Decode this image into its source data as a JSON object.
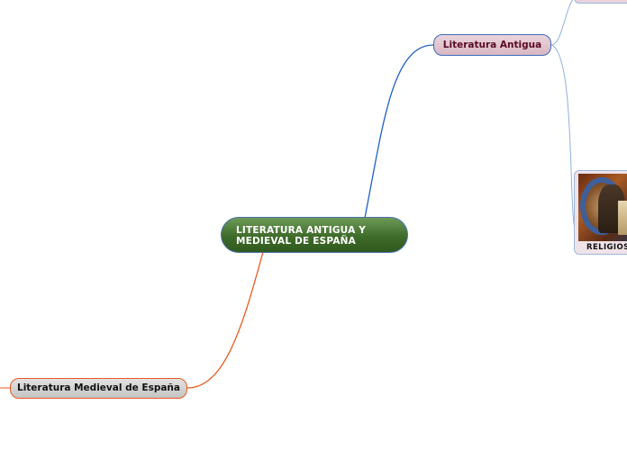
{
  "map": {
    "central": {
      "line1": "LITERATURA ANTIGUA Y",
      "line2": "MEDIEVAL DE ESPAÑA",
      "color": "#3f6b2a"
    },
    "branches": [
      {
        "label": "Literatura Antigua",
        "color": "#d9b7c3",
        "link_color": "#1f5fc8"
      },
      {
        "label": "Literatura Medieval de España",
        "color": "#c4c4c4",
        "link_color": "#e85a1f"
      }
    ],
    "subtopics": [
      {
        "label": ""
      },
      {
        "label": "RELIGIOS",
        "image": "medieval-manuscript-illumination"
      }
    ]
  }
}
